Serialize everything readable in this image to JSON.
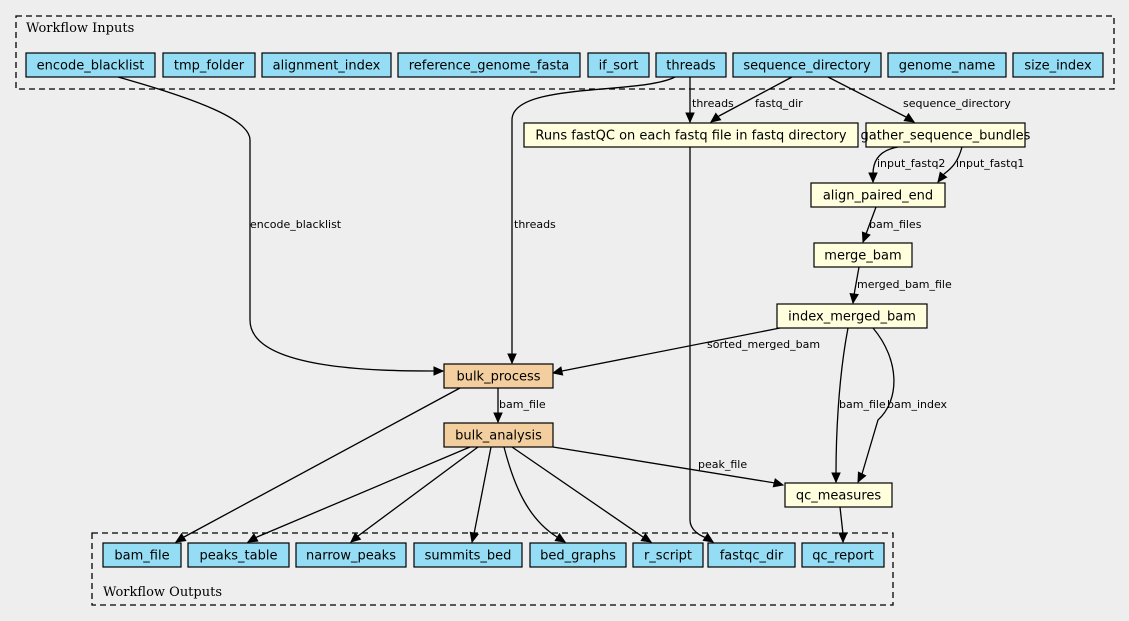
{
  "colors": {
    "background": "#eeeeee",
    "io_node": "#94ddf4",
    "tool_node": "#ffffdd",
    "subworkflow_node": "#f3ce9f",
    "edge": "#000000"
  },
  "clusters": {
    "inputs": {
      "label": "Workflow Inputs"
    },
    "outputs": {
      "label": "Workflow Outputs"
    }
  },
  "inputs": [
    {
      "id": "encode_blacklist",
      "label": "encode_blacklist"
    },
    {
      "id": "tmp_folder",
      "label": "tmp_folder"
    },
    {
      "id": "alignment_index",
      "label": "alignment_index"
    },
    {
      "id": "reference_genome_fasta",
      "label": "reference_genome_fasta"
    },
    {
      "id": "if_sort",
      "label": "if_sort"
    },
    {
      "id": "threads",
      "label": "threads"
    },
    {
      "id": "sequence_directory",
      "label": "sequence_directory"
    },
    {
      "id": "genome_name",
      "label": "genome_name"
    },
    {
      "id": "size_index",
      "label": "size_index"
    }
  ],
  "steps": [
    {
      "id": "fastqc",
      "label": "Runs fastQC on each fastq file in fastq directory",
      "kind": "tool"
    },
    {
      "id": "gather_sequence_bundles",
      "label": "gather_sequence_bundles",
      "kind": "tool"
    },
    {
      "id": "align_paired_end",
      "label": "align_paired_end",
      "kind": "tool"
    },
    {
      "id": "merge_bam",
      "label": "merge_bam",
      "kind": "tool"
    },
    {
      "id": "index_merged_bam",
      "label": "index_merged_bam",
      "kind": "tool"
    },
    {
      "id": "bulk_process",
      "label": "bulk_process",
      "kind": "subworkflow"
    },
    {
      "id": "bulk_analysis",
      "label": "bulk_analysis",
      "kind": "subworkflow"
    },
    {
      "id": "qc_measures",
      "label": "qc_measures",
      "kind": "tool"
    }
  ],
  "outputs": [
    {
      "id": "out_bam_file",
      "label": "bam_file"
    },
    {
      "id": "out_peaks_table",
      "label": "peaks_table"
    },
    {
      "id": "out_narrow_peaks",
      "label": "narrow_peaks"
    },
    {
      "id": "out_summits_bed",
      "label": "summits_bed"
    },
    {
      "id": "out_bed_graphs",
      "label": "bed_graphs"
    },
    {
      "id": "out_r_script",
      "label": "r_script"
    },
    {
      "id": "out_fastqc_dir",
      "label": "fastqc_dir"
    },
    {
      "id": "out_qc_report",
      "label": "qc_report"
    }
  ],
  "edges": [
    {
      "id": "e_threads_fastqc",
      "from": "threads",
      "to": "fastqc",
      "label": "threads"
    },
    {
      "id": "e_seqdir_fastqc",
      "from": "sequence_directory",
      "to": "fastqc",
      "label": "fastq_dir"
    },
    {
      "id": "e_seqdir_gather",
      "from": "sequence_directory",
      "to": "gather_sequence_bundles",
      "label": "sequence_directory"
    },
    {
      "id": "e_gather_align2",
      "from": "gather_sequence_bundles",
      "to": "align_paired_end",
      "label": "input_fastq2"
    },
    {
      "id": "e_gather_align1",
      "from": "gather_sequence_bundles",
      "to": "align_paired_end",
      "label": "input_fastq1"
    },
    {
      "id": "e_align_merge",
      "from": "align_paired_end",
      "to": "merge_bam",
      "label": "bam_files"
    },
    {
      "id": "e_merge_index",
      "from": "merge_bam",
      "to": "index_merged_bam",
      "label": "merged_bam_file"
    },
    {
      "id": "e_blacklist_bulk",
      "from": "encode_blacklist",
      "to": "bulk_process",
      "label": "encode_blacklist"
    },
    {
      "id": "e_threads_bulk",
      "from": "threads",
      "to": "bulk_process",
      "label": "threads"
    },
    {
      "id": "e_index_bulk",
      "from": "index_merged_bam",
      "to": "bulk_process",
      "label": "sorted_merged_bam"
    },
    {
      "id": "e_bulkproc_analysis",
      "from": "bulk_process",
      "to": "bulk_analysis",
      "label": "bam_file"
    },
    {
      "id": "e_index_qc_bam",
      "from": "index_merged_bam",
      "to": "qc_measures",
      "label": "bam_file"
    },
    {
      "id": "e_index_qc_idx",
      "from": "index_merged_bam",
      "to": "qc_measures",
      "label": "bam_index"
    },
    {
      "id": "e_analysis_qc",
      "from": "bulk_analysis",
      "to": "qc_measures",
      "label": "peak_file"
    },
    {
      "id": "e_bulkproc_out_bam",
      "from": "bulk_process",
      "to": "out_bam_file",
      "label": ""
    },
    {
      "id": "e_analysis_peaks",
      "from": "bulk_analysis",
      "to": "out_peaks_table",
      "label": ""
    },
    {
      "id": "e_analysis_narrow",
      "from": "bulk_analysis",
      "to": "out_narrow_peaks",
      "label": ""
    },
    {
      "id": "e_analysis_summits",
      "from": "bulk_analysis",
      "to": "out_summits_bed",
      "label": ""
    },
    {
      "id": "e_analysis_bedgraphs",
      "from": "bulk_analysis",
      "to": "out_bed_graphs",
      "label": ""
    },
    {
      "id": "e_analysis_rscript",
      "from": "bulk_analysis",
      "to": "out_r_script",
      "label": ""
    },
    {
      "id": "e_fastqc_out",
      "from": "fastqc",
      "to": "out_fastqc_dir",
      "label": ""
    },
    {
      "id": "e_qc_report",
      "from": "qc_measures",
      "to": "out_qc_report",
      "label": ""
    }
  ]
}
